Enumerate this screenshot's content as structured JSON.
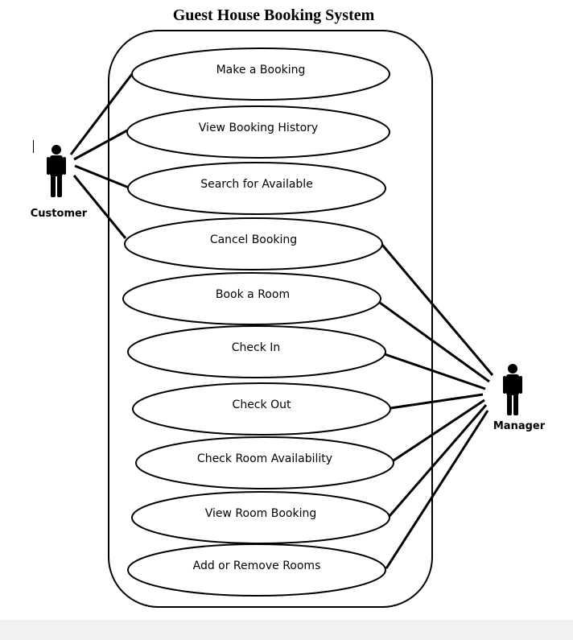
{
  "title": "Guest House Booking System",
  "actors": {
    "customer": "Customer",
    "manager": "Manager"
  },
  "use_cases": [
    "Make a Booking",
    "View Booking History",
    "Search for Available",
    "Cancel Booking",
    "Book a Room",
    "Check In",
    "Check Out",
    "Check Room Availability",
    "View Room Booking",
    "Add or Remove Rooms"
  ],
  "associations": {
    "customer": [
      "Make a Booking",
      "View Booking History",
      "Search for Available",
      "Cancel Booking"
    ],
    "manager": [
      "Cancel Booking",
      "Book a Room",
      "Check In",
      "Check Out",
      "Check Room Availability",
      "View Room Booking",
      "Add or Remove Rooms"
    ]
  }
}
